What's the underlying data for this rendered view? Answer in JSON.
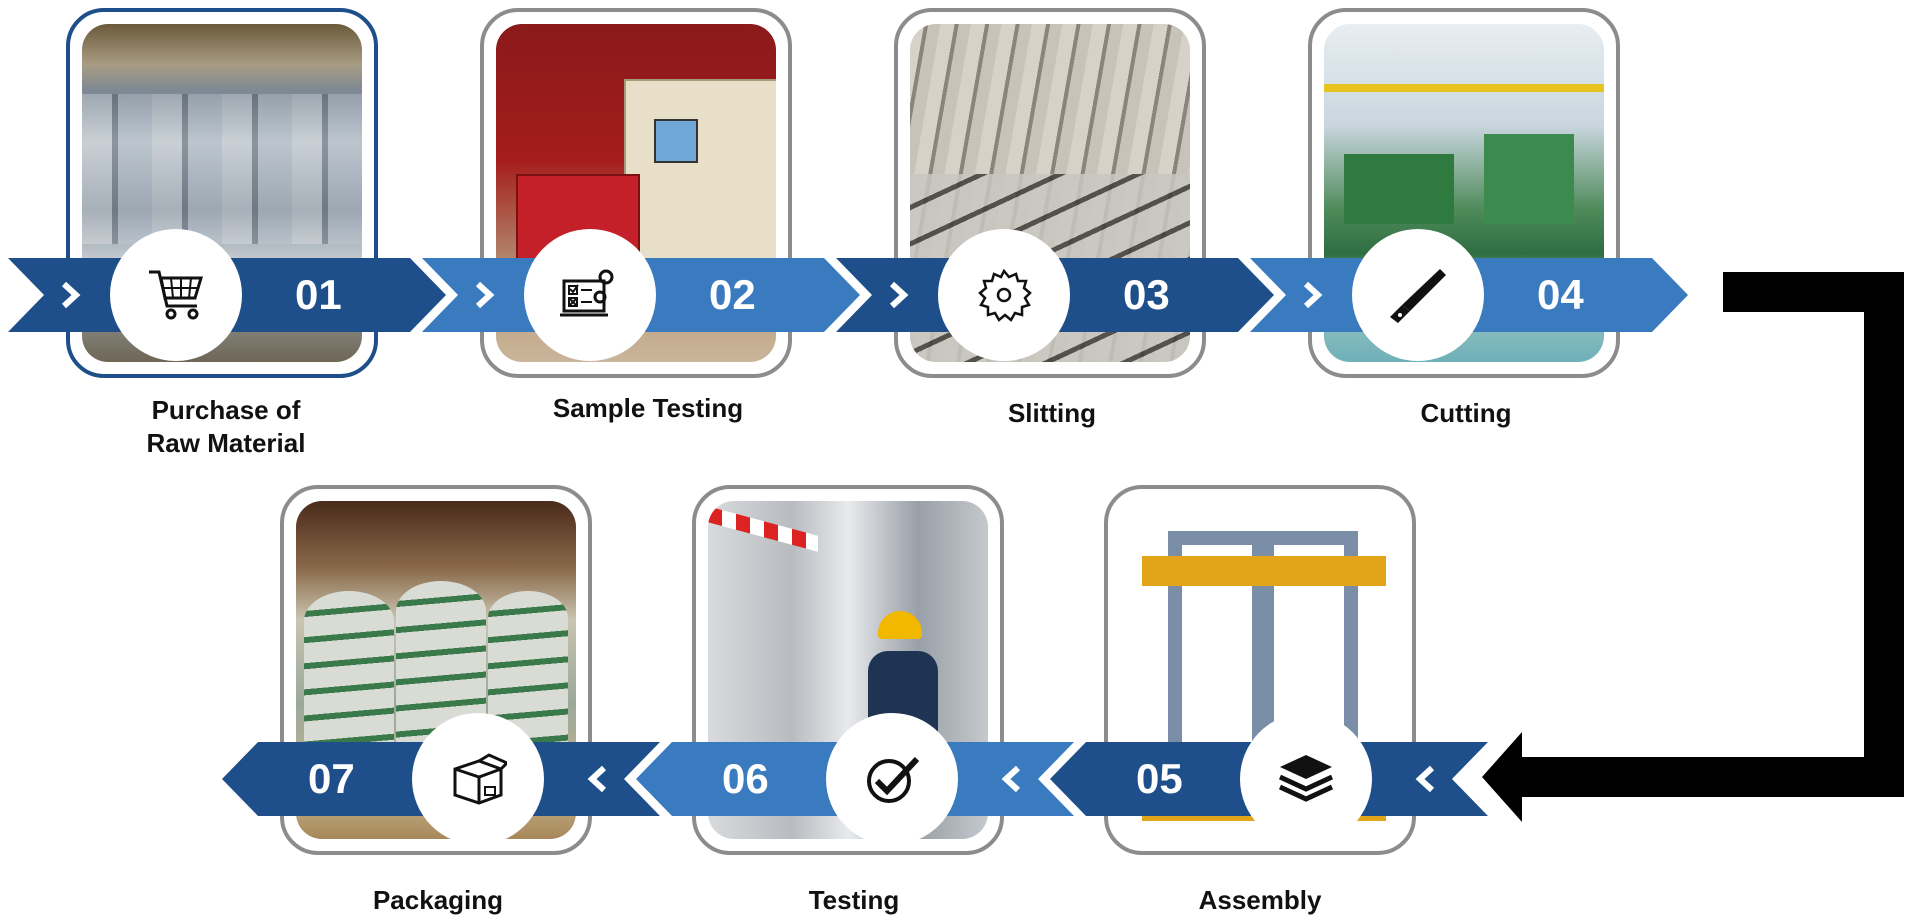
{
  "steps": [
    {
      "num": "01",
      "label_line1": "Purchase of",
      "label_line2": "Raw Material",
      "icon": "shopping-cart-icon"
    },
    {
      "num": "02",
      "label_line1": "Sample Testing",
      "label_line2": "",
      "icon": "checklist-gear-icon"
    },
    {
      "num": "03",
      "label_line1": "Slitting",
      "label_line2": "",
      "icon": "saw-blade-icon"
    },
    {
      "num": "04",
      "label_line1": "Cutting",
      "label_line2": "",
      "icon": "hand-saw-icon"
    },
    {
      "num": "05",
      "label_line1": "Assembly",
      "label_line2": "",
      "icon": "layers-icon"
    },
    {
      "num": "06",
      "label_line1": "Testing",
      "label_line2": "",
      "icon": "check-circle-icon"
    },
    {
      "num": "07",
      "label_line1": "Packaging",
      "label_line2": "",
      "icon": "package-box-icon"
    }
  ],
  "colors": {
    "dark_blue": "#1f4f8a",
    "light_blue": "#3a7bc0",
    "connector": "#000000",
    "card_border": "#8c8c8c"
  }
}
